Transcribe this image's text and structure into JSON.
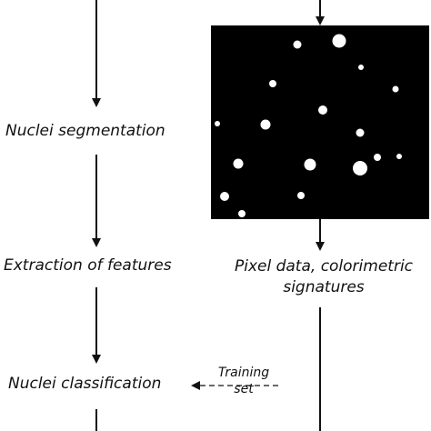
{
  "left_column": {
    "step_segmentation": "Nuclei segmentation",
    "step_extraction": "Extraction of features",
    "step_classification": "Nuclei classification"
  },
  "right_column": {
    "pixel_data_line1": "Pixel data, colorimetric",
    "pixel_data_line2": "signatures"
  },
  "training_set": {
    "line1": "Training",
    "line2": "set"
  },
  "colors": {
    "background": "#ffffff",
    "mask_background": "#000000",
    "nuclei": "#ffffff",
    "text": "#111111",
    "arrows": "#111111"
  }
}
